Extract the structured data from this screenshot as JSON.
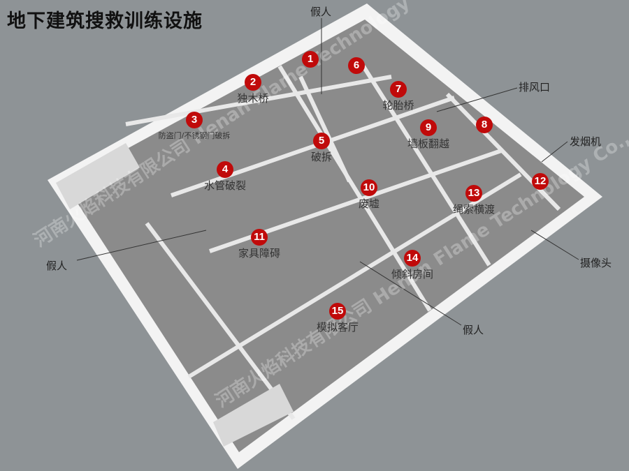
{
  "title": "地下建筑搜救训练设施",
  "rooms": [
    {
      "num": "1",
      "label": ""
    },
    {
      "num": "2",
      "label": "独木桥"
    },
    {
      "num": "3",
      "label": "防盗门/不锈钢门破拆"
    },
    {
      "num": "4",
      "label": "水管破裂"
    },
    {
      "num": "5",
      "label": "破拆"
    },
    {
      "num": "6",
      "label": ""
    },
    {
      "num": "7",
      "label": "轮胎桥"
    },
    {
      "num": "8",
      "label": ""
    },
    {
      "num": "9",
      "label": "墙板翻越"
    },
    {
      "num": "10",
      "label": "废墟"
    },
    {
      "num": "11",
      "label": "家具障碍"
    },
    {
      "num": "12",
      "label": ""
    },
    {
      "num": "13",
      "label": "绳索横渡"
    },
    {
      "num": "14",
      "label": "倾斜房间"
    },
    {
      "num": "15",
      "label": "模拟客厅"
    }
  ],
  "callouts": {
    "dummy_top": "假人",
    "exhaust": "排风口",
    "smoke_machine": "发烟机",
    "camera": "摄像头",
    "dummy_left": "假人",
    "dummy_bottom": "假人"
  },
  "watermark": {
    "cn": "河南火焰科技有限公司",
    "en": "Henan Flame Technology Co., Ltd."
  },
  "colors": {
    "marker": "#c00a0a",
    "floor": "#8c8c8c",
    "wall": "#f2f2f2",
    "ground": "#8e9396"
  }
}
